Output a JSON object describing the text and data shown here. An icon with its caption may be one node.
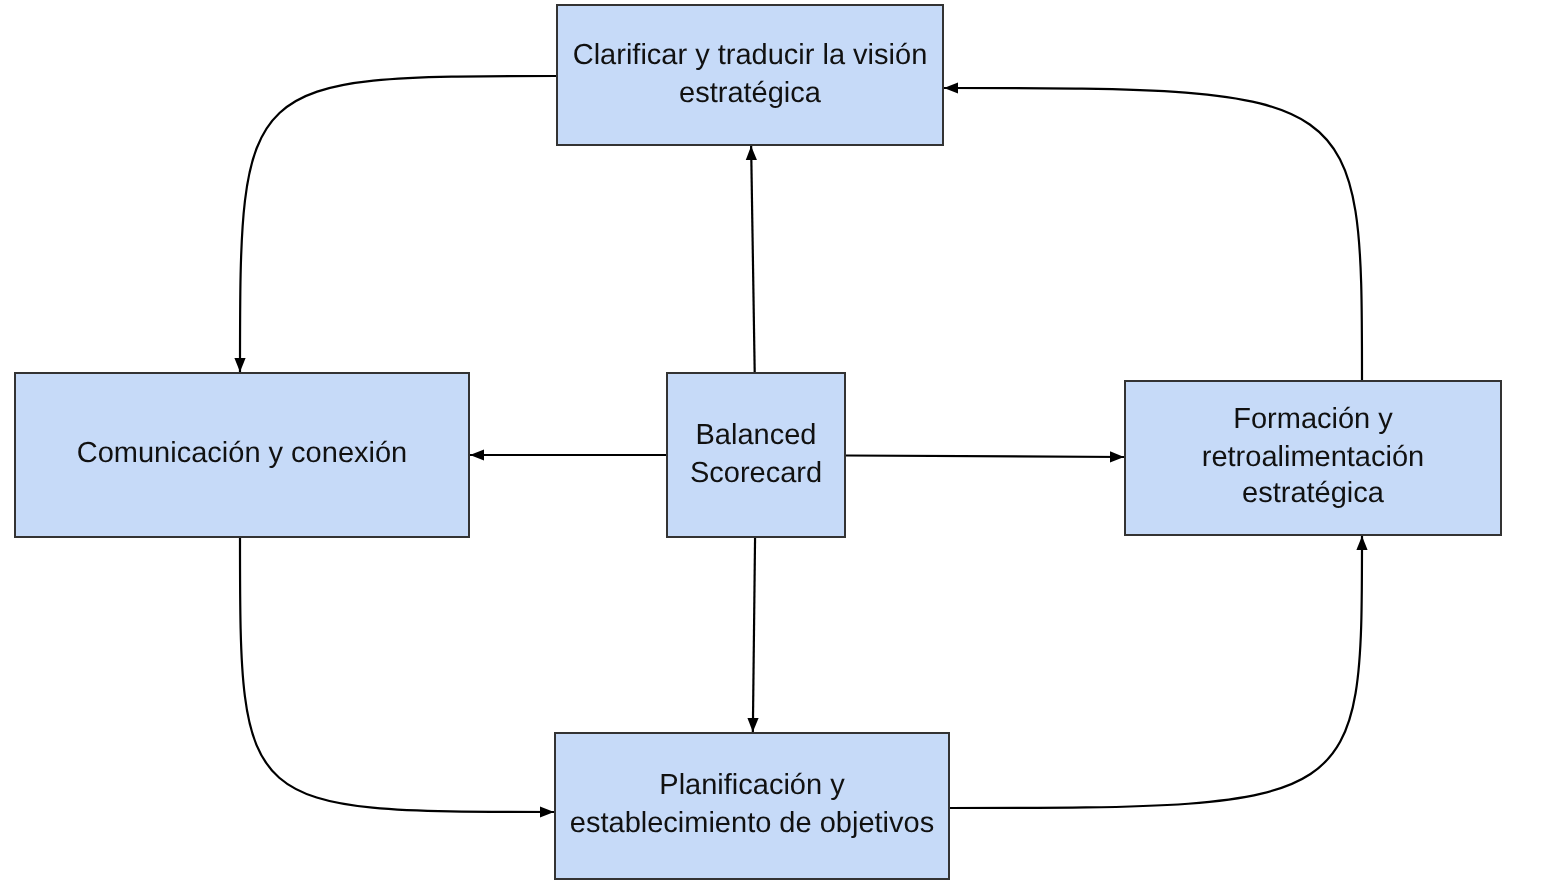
{
  "diagram": {
    "nodes": [
      {
        "text": [
          "Clarificar y traducir la visión estratégica"
        ]
      },
      {
        "text": [
          "Comunicación y conexión"
        ]
      },
      {
        "text": [
          "Balanced Scorecard"
        ]
      },
      {
        "text": [
          "Formación y retroalimentación estratégica"
        ]
      },
      {
        "text": [
          "Planificación y establecimiento de objetivos"
        ]
      }
    ],
    "edges": [
      {
        "from": 2,
        "to": 0,
        "arrow": "to"
      },
      {
        "from": 2,
        "to": 1,
        "arrow": "to"
      },
      {
        "from": 2,
        "to": 3,
        "arrow": "to"
      },
      {
        "from": 2,
        "to": 4,
        "arrow": "to"
      },
      {
        "from": 0,
        "to": 1,
        "arrow": "to"
      },
      {
        "from": 1,
        "to": 4,
        "arrow": "to"
      },
      {
        "from": 4,
        "to": 3,
        "arrow": "to"
      },
      {
        "from": 3,
        "to": 0,
        "arrow": "to"
      }
    ]
  }
}
